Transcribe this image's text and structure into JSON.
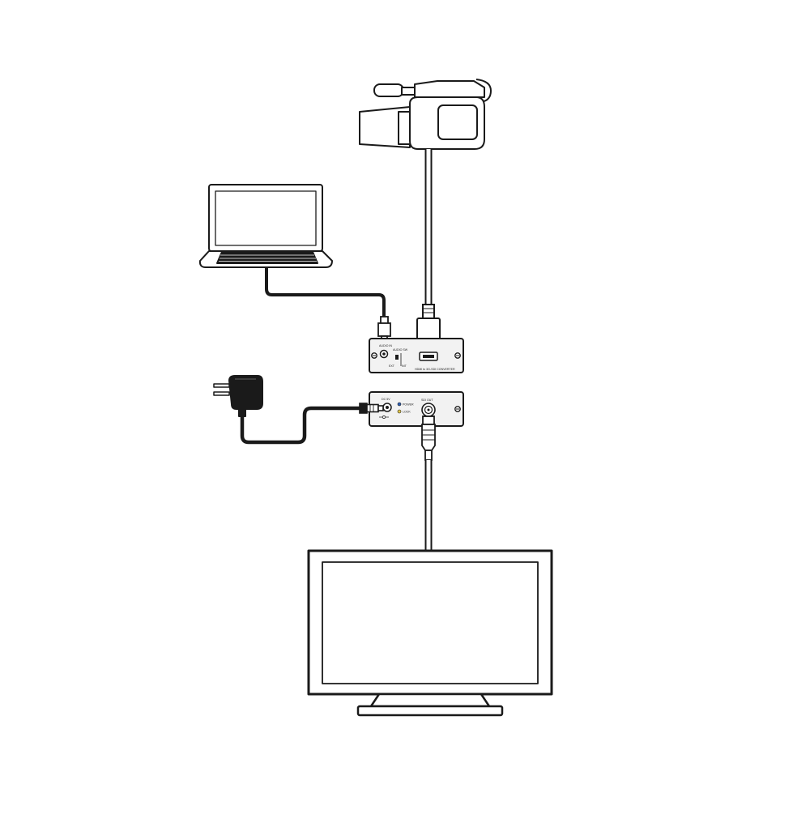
{
  "converter_top": {
    "audio_in_label": "AUDIO IN",
    "audio_switch_label": "AUDIO SW",
    "ext_label": "EXT",
    "int_label": "INT",
    "model_label": "HDMI to 3G-SDI CONVERTER"
  },
  "converter_bottom": {
    "dc_label": "DC 5V",
    "power_led_label": "POWER",
    "lock_led_label": "LOCK",
    "sdi_out_label": "SDI OUT"
  },
  "colors": {
    "line": "#1a1a1a",
    "cable_fill": "#ffffff",
    "device_panel": "#f2f2f2",
    "power_led": "#2f5fb3",
    "lock_led": "#e3c84a"
  },
  "icons": [
    "camcorder-icon",
    "laptop-icon",
    "power-adapter-icon",
    "monitor-icon",
    "hdmi-plug-icon",
    "bnc-plug-icon",
    "audio-jack-icon"
  ]
}
